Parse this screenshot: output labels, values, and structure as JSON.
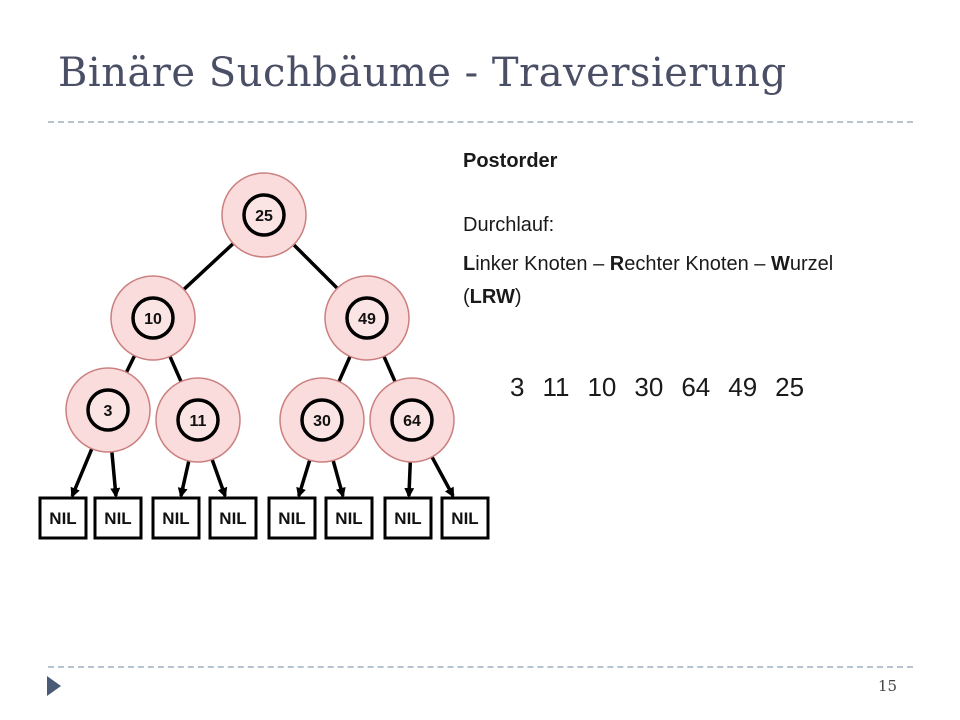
{
  "slide": {
    "title": "Binäre Suchbäume - Traversierung",
    "page_number": "15"
  },
  "content": {
    "heading": "Postorder",
    "durchlauf_label": "Durchlauf:",
    "order_line": [
      {
        "text": "L",
        "bold": true
      },
      {
        "text": "inker Knoten – ",
        "bold": false
      },
      {
        "text": "R",
        "bold": true
      },
      {
        "text": "echter Knoten – ",
        "bold": false
      },
      {
        "text": "W",
        "bold": true
      },
      {
        "text": "urzel",
        "bold": false
      }
    ],
    "abbreviation_line": [
      {
        "text": "(",
        "bold": false
      },
      {
        "text": "LRW",
        "bold": true
      },
      {
        "text": ")",
        "bold": false
      }
    ],
    "traversal_sequence": [
      "3",
      "11",
      "10",
      "30",
      "64",
      "49",
      "25"
    ]
  },
  "tree": {
    "nodes": [
      {
        "id": "n25",
        "label": "25"
      },
      {
        "id": "n10",
        "label": "10"
      },
      {
        "id": "n49",
        "label": "49"
      },
      {
        "id": "n3",
        "label": "3"
      },
      {
        "id": "n11",
        "label": "11"
      },
      {
        "id": "n30",
        "label": "30"
      },
      {
        "id": "n64",
        "label": "64"
      }
    ],
    "nil_label": "NIL",
    "edges": [
      [
        "n25",
        "n10"
      ],
      [
        "n25",
        "n49"
      ],
      [
        "n10",
        "n3"
      ],
      [
        "n10",
        "n11"
      ],
      [
        "n49",
        "n30"
      ],
      [
        "n49",
        "n64"
      ],
      [
        "n3",
        "nil0"
      ],
      [
        "n3",
        "nil1"
      ],
      [
        "n11",
        "nil2"
      ],
      [
        "n11",
        "nil3"
      ],
      [
        "n30",
        "nil4"
      ],
      [
        "n30",
        "nil5"
      ],
      [
        "n64",
        "nil6"
      ],
      [
        "n64",
        "nil7"
      ]
    ],
    "colors": {
      "halo_fill": "#fadcdc",
      "halo_stroke": "#cc7f7f",
      "node_stroke": "#000000",
      "node_fill": "#fbe4e4",
      "edge": "#000000"
    }
  }
}
